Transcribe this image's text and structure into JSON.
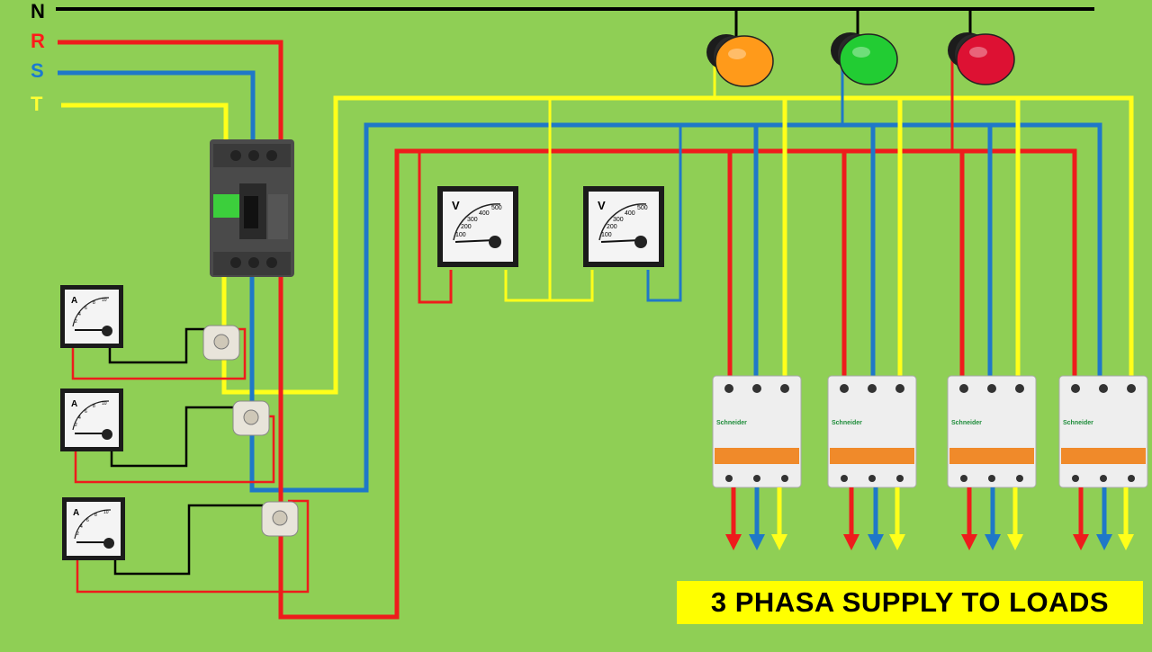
{
  "phases": [
    {
      "id": "N",
      "label": "N",
      "color": "#000000"
    },
    {
      "id": "R",
      "label": "R",
      "color": "#ff1a1a"
    },
    {
      "id": "S",
      "label": "S",
      "color": "#1a7ad1"
    },
    {
      "id": "T",
      "label": "T",
      "color": "#ffff33"
    }
  ],
  "wire_colors": {
    "neutral": "#000000",
    "r": "#ee1c1c",
    "s": "#1f78c8",
    "t": "#ffff1a"
  },
  "pilot_lamps": [
    {
      "name": "pilot-lamp-orange",
      "color": "#ff9a1a"
    },
    {
      "name": "pilot-lamp-green",
      "color": "#22cc33"
    },
    {
      "name": "pilot-lamp-red",
      "color": "#dd1133"
    }
  ],
  "voltmeters": [
    {
      "unit": "V",
      "scale": [
        "100",
        "200",
        "300",
        "400",
        "500"
      ]
    },
    {
      "unit": "V",
      "scale": [
        "100",
        "200",
        "300",
        "400",
        "500"
      ]
    }
  ],
  "ammeters": [
    {
      "unit": "A",
      "scale": [
        "2",
        "4",
        "6",
        "8",
        "10"
      ]
    },
    {
      "unit": "A",
      "scale": [
        "2",
        "4",
        "6",
        "8",
        "10"
      ]
    },
    {
      "unit": "A",
      "scale": [
        "2",
        "4",
        "6",
        "8",
        "10"
      ]
    }
  ],
  "load_breakers": [
    {
      "brand": "Schneider"
    },
    {
      "brand": "Schneider"
    },
    {
      "brand": "Schneider"
    },
    {
      "brand": "Schneider"
    }
  ],
  "caption": "3 PHASA SUPPLY TO LOADS"
}
